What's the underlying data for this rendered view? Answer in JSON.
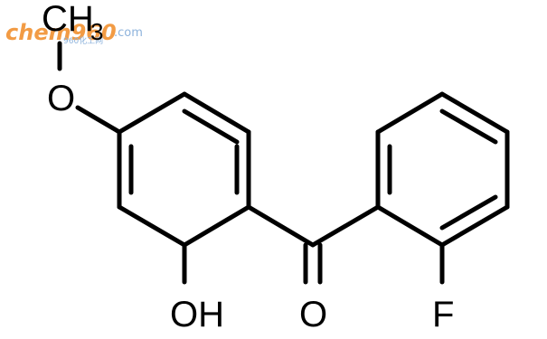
{
  "molecule": {
    "atoms": {
      "methyl": "CH",
      "methyl_sub": "3",
      "methoxy_oxygen": "O",
      "hydroxyl": "OH",
      "carbonyl_oxygen": "O",
      "fluorine": "F"
    }
  },
  "watermark": {
    "brand": "chem960",
    "suffix": ".com",
    "tagline": "960化工网",
    "brand_color": "#f08a24",
    "accent_color": "#3a7cc4"
  }
}
